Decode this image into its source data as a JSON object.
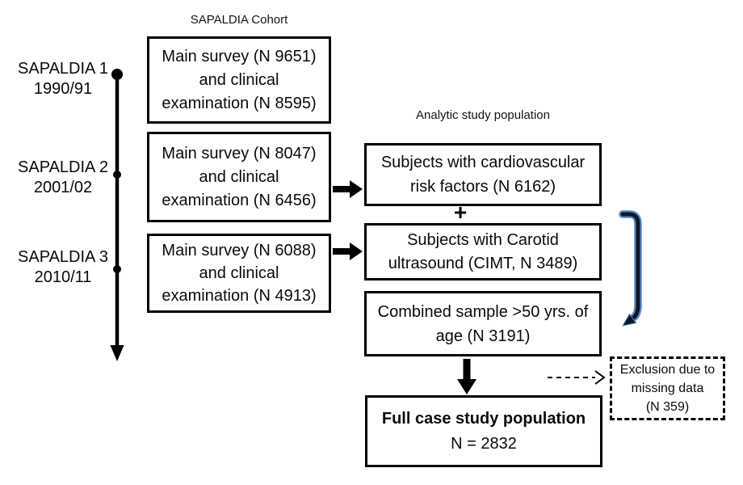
{
  "titles": {
    "cohort": "SAPALDIA Cohort",
    "analytic": "Analytic study population"
  },
  "timeline": {
    "eras": [
      {
        "name": "SAPALDIA 1",
        "years": "1990/91"
      },
      {
        "name": "SAPALDIA 2",
        "years": "2001/02"
      },
      {
        "name": "SAPALDIA 3",
        "years": "2010/11"
      }
    ]
  },
  "cohort_boxes": [
    {
      "line1": "Main survey (N 9651)",
      "line2": "and clinical",
      "line3": "examination (N 8595)"
    },
    {
      "line1": "Main survey  (N 8047)",
      "line2": "and clinical",
      "line3": "examination (N 6456)"
    },
    {
      "line1": "Main survey (N 6088)",
      "line2": "and clinical",
      "line3": "examination (N 4913)"
    }
  ],
  "analytic_boxes": {
    "risk": {
      "line1": "Subjects with cardiovascular",
      "line2": "risk factors  (N 6162)"
    },
    "plus": "+",
    "cimt": {
      "line1": "Subjects with Carotid",
      "line2": "ultrasound (CIMT, N 3489)"
    },
    "combined": {
      "line1": "Combined sample >50 yrs. of",
      "line2": "age (N 3191)"
    },
    "full": {
      "line1": "Full case study population",
      "line2": "N = 2832"
    }
  },
  "exclusion_box": {
    "line1": "Exclusion due to",
    "line2": "missing data",
    "line3": "(N 359)"
  },
  "colors": {
    "line": "#000000",
    "bracket_core": "#0c1825",
    "bracket_outline": "#5b87c5"
  }
}
